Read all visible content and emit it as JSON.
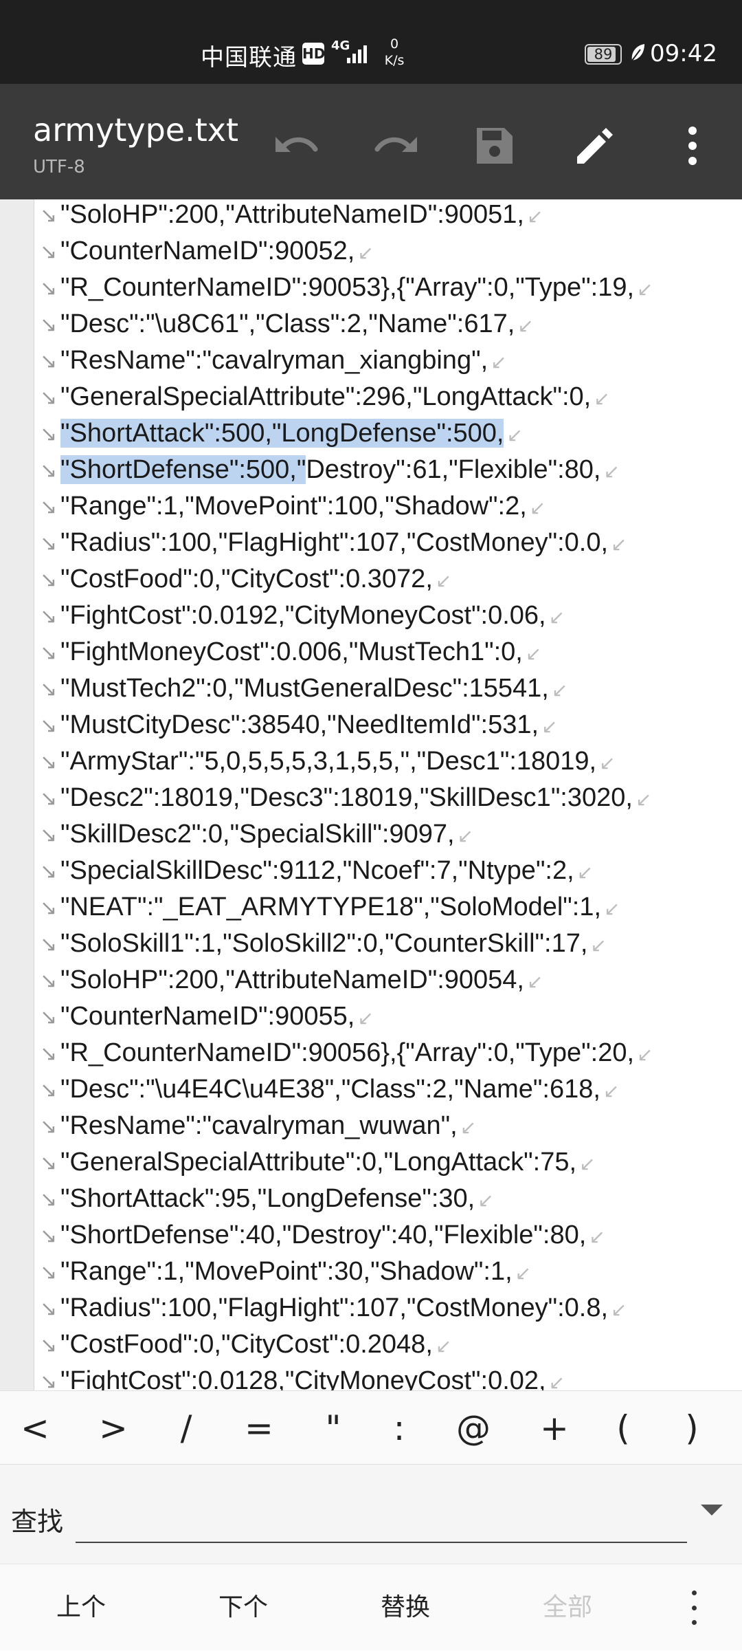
{
  "status_bar": {
    "carrier": "中国联通",
    "hd": "HD",
    "network": "4G",
    "speed_value": "0",
    "speed_unit": "K/s",
    "battery": "89",
    "battery_level": 0.89,
    "time": "09:42"
  },
  "toolbar": {
    "title": "armytype.txt",
    "encoding": "UTF-8",
    "icons": [
      "undo-icon",
      "redo-icon",
      "save-icon",
      "edit-icon",
      "more-vert-icon"
    ]
  },
  "editor": {
    "lines": [
      {
        "text": "\"SoloHP\":200,\"AttributeNameID\":90051,"
      },
      {
        "text": "\"CounterNameID\":90052,"
      },
      {
        "text": "\"R_CounterNameID\":90053},{\"Array\":0,\"Type\":19,"
      },
      {
        "text": "\"Desc\":\"\\u8C61\",\"Class\":2,\"Name\":617,"
      },
      {
        "text": "\"ResName\":\"cavalryman_xiangbing\","
      },
      {
        "text": "\"GeneralSpecialAttribute\":296,\"LongAttack\":0,"
      },
      {
        "text": "\"ShortAttack\":500,\"LongDefense\":500,",
        "sel_start": 0,
        "sel_end": 36
      },
      {
        "text": "\"ShortDefense\":500,\"Destroy\":61,\"Flexible\":80,",
        "sel_start": 0,
        "sel_end": 20
      },
      {
        "text": "\"Range\":1,\"MovePoint\":100,\"Shadow\":2,"
      },
      {
        "text": "\"Radius\":100,\"FlagHight\":107,\"CostMoney\":0.0,"
      },
      {
        "text": "\"CostFood\":0,\"CityCost\":0.3072,"
      },
      {
        "text": "\"FightCost\":0.0192,\"CityMoneyCost\":0.06,"
      },
      {
        "text": "\"FightMoneyCost\":0.006,\"MustTech1\":0,"
      },
      {
        "text": "\"MustTech2\":0,\"MustGeneralDesc\":15541,"
      },
      {
        "text": "\"MustCityDesc\":38540,\"NeedItemId\":531,"
      },
      {
        "text": "\"ArmyStar\":\"5,0,5,5,5,3,1,5,5,\",\"Desc1\":18019,"
      },
      {
        "text": "\"Desc2\":18019,\"Desc3\":18019,\"SkillDesc1\":3020,"
      },
      {
        "text": "\"SkillDesc2\":0,\"SpecialSkill\":9097,"
      },
      {
        "text": "\"SpecialSkillDesc\":9112,\"Ncoef\":7,\"Ntype\":2,"
      },
      {
        "text": "\"NEAT\":\"_EAT_ARMYTYPE18\",\"SoloModel\":1,"
      },
      {
        "text": "\"SoloSkill1\":1,\"SoloSkill2\":0,\"CounterSkill\":17,"
      },
      {
        "text": "\"SoloHP\":200,\"AttributeNameID\":90054,"
      },
      {
        "text": "\"CounterNameID\":90055,"
      },
      {
        "text": "\"R_CounterNameID\":90056},{\"Array\":0,\"Type\":20,"
      },
      {
        "text": "\"Desc\":\"\\u4E4C\\u4E38\",\"Class\":2,\"Name\":618,"
      },
      {
        "text": "\"ResName\":\"cavalryman_wuwan\","
      },
      {
        "text": "\"GeneralSpecialAttribute\":0,\"LongAttack\":75,"
      },
      {
        "text": "\"ShortAttack\":95,\"LongDefense\":30,"
      },
      {
        "text": "\"ShortDefense\":40,\"Destroy\":40,\"Flexible\":80,"
      },
      {
        "text": "\"Range\":1,\"MovePoint\":30,\"Shadow\":1,"
      },
      {
        "text": "\"Radius\":100,\"FlagHight\":107,\"CostMoney\":0.8,"
      },
      {
        "text": "\"CostFood\":0,\"CityCost\":0.2048,"
      },
      {
        "text": "\"FightCost\":0.0128,\"CityMoneyCost\":0.02,"
      }
    ]
  },
  "symbol_bar": {
    "symbols": [
      "<",
      ">",
      "/",
      "=",
      "\"",
      ":",
      "@",
      "+",
      "(",
      ")"
    ]
  },
  "find_bar": {
    "label": "查找",
    "value": ""
  },
  "action_bar": {
    "prev": "上个",
    "next": "下个",
    "replace": "替换",
    "all": "全部"
  }
}
